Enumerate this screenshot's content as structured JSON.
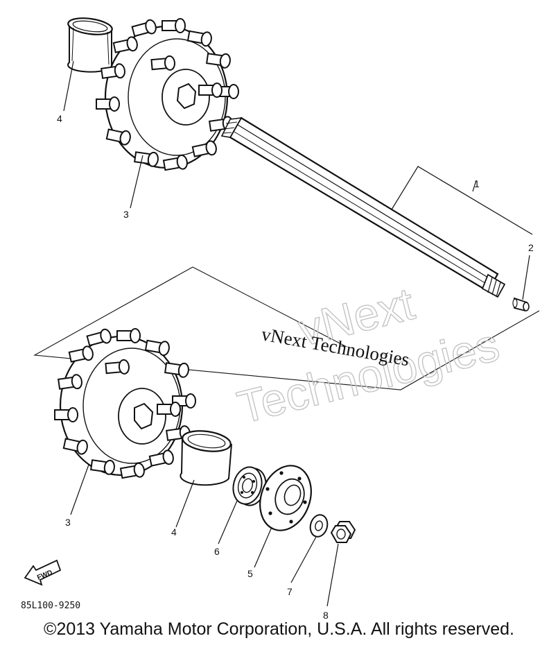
{
  "diagram": {
    "callouts": {
      "c1": "1",
      "c2": "2",
      "c3a": "3",
      "c3b": "3",
      "c4a": "4",
      "c4b": "4",
      "c5": "5",
      "c6": "6",
      "c7": "7",
      "c8": "8"
    },
    "fwd_label": "FWD",
    "part_code": "85L100-9250",
    "watermark": {
      "serif_text": "vNext Technologies",
      "outline_line1": "vNext",
      "outline_line2": "Technologies"
    }
  },
  "footer": {
    "copyright": "©2013 Yamaha Motor Corporation, U.S.A. All rights reserved."
  },
  "icons": {
    "sprocket": "sprocket-icon",
    "bearing": "bearing-icon",
    "shaft": "drive-shaft-icon",
    "fwd_arrow": "fwd-arrow-icon"
  }
}
